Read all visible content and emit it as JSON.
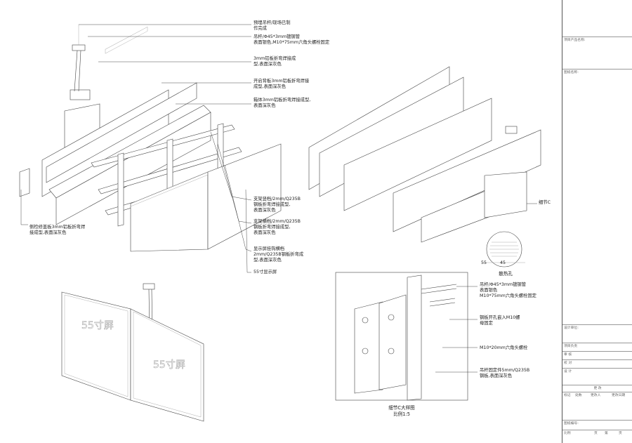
{
  "notes": {
    "n1": "预埋吊杆/现场已制\n作完成",
    "n2": "吊杆/Φ45*3mm镀钢管\n表面银色,M10*75mm六角头螺栓固定",
    "n3": "3mm铝板折弯焊接成\n型,表面深灰色",
    "n4": "开启背板3mm铝板折弯焊接\n成型,表面深灰色",
    "n5": "箱体3mm铝板折弯焊接成型,\n表面深灰色",
    "n6": "支架竖档/2mm/Q235B\n钢板折弯焊接成型,\n表面深灰色",
    "n7": "支架横档/2mm/Q235B\n钢板折弯焊接成型,\n表面深灰色",
    "n8": "显示屏挂钩横档\n2mm/Q235B钢板折弯成\n型,表面深灰色",
    "n9": "55寸显示屏",
    "n10": "侧检修盖板3mm铝板折弯焊\n接成型,表面深灰色",
    "detail_c_label": "细节C",
    "vent_label": "散热孔",
    "vent_dim1": "55",
    "vent_dim2": "45",
    "d1": "吊杆/Φ45*3mm镀钢管\n表面银色\nM10*75mm六角头螺栓固定",
    "d2": "钢板开孔嵌入M10螺\n母固定",
    "d3": "M10*20mm六角头螺栓",
    "d4": "吊杆固定件5mm/Q235B\n钢板,表面深灰色",
    "detail_title": "细节C大样图",
    "detail_scale": "比例1:5",
    "screen_text": "55寸屏"
  },
  "titleblock": {
    "product_name": "项目产品名称:",
    "drawing_name": "图纸名称:",
    "design_unit": "设计单位:",
    "r1": "项目负责",
    "r2": "审 核",
    "r3": "校 对",
    "r4": "设 计",
    "change_header": "更 改",
    "c1": "标记",
    "c2": "处数",
    "c3": "更改人",
    "c4": "更改日期",
    "drawing_no": "图纸编号:",
    "b1": "比例",
    "b2": "页",
    "b3": "第",
    "b4": "页"
  }
}
